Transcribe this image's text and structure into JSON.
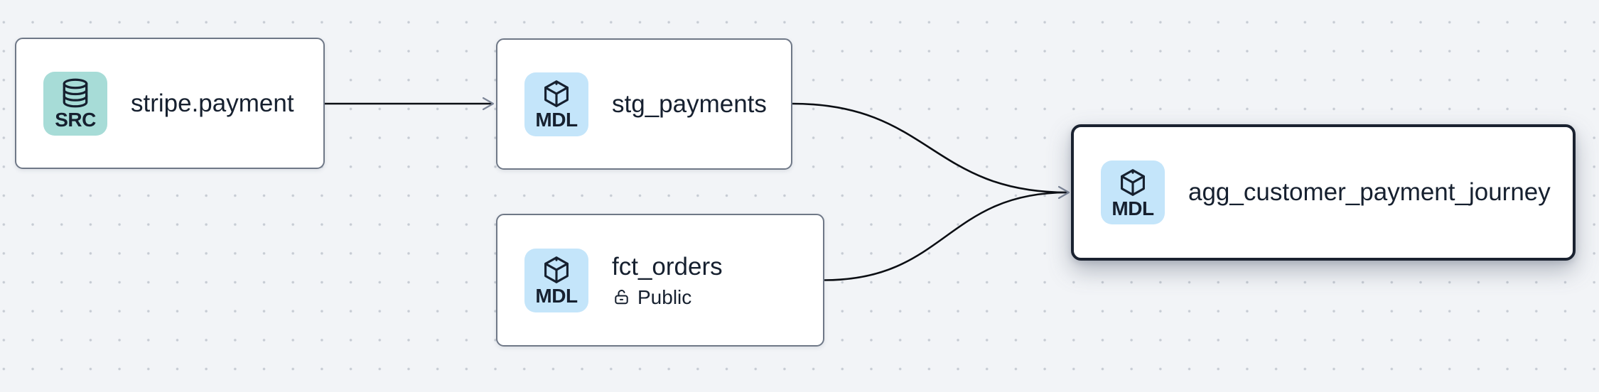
{
  "canvas": {
    "kind": "data-lineage-graph"
  },
  "palette": {
    "bg": "#f2f4f7",
    "dot": "#c6cbd3",
    "node_bg": "#ffffff",
    "node_border": "#6f7887",
    "selected_border": "#1a2230",
    "source_badge_bg": "#a7dcd7",
    "model_badge_bg": "#c4e5fa",
    "text": "#16202f",
    "edge": "#0b0e13",
    "arrowhead": "#7d8698"
  },
  "nodes": [
    {
      "id": "stripe.payment",
      "badge": "SRC",
      "icon": "database-icon",
      "title": "stripe.payment",
      "selected": false
    },
    {
      "id": "stg_payments",
      "badge": "MDL",
      "icon": "cube-icon",
      "title": "stg_payments",
      "selected": false
    },
    {
      "id": "fct_orders",
      "badge": "MDL",
      "icon": "cube-icon",
      "title": "fct_orders",
      "visibility": "Public",
      "selected": false
    },
    {
      "id": "agg_customer_payment_journey",
      "badge": "MDL",
      "icon": "cube-icon",
      "title": "agg_customer_payment_journey",
      "selected": true
    }
  ],
  "edges": [
    {
      "source": "stripe.payment",
      "target": "stg_payments"
    },
    {
      "source": "stg_payments",
      "target": "agg_customer_payment_journey"
    },
    {
      "source": "fct_orders",
      "target": "agg_customer_payment_journey"
    }
  ]
}
